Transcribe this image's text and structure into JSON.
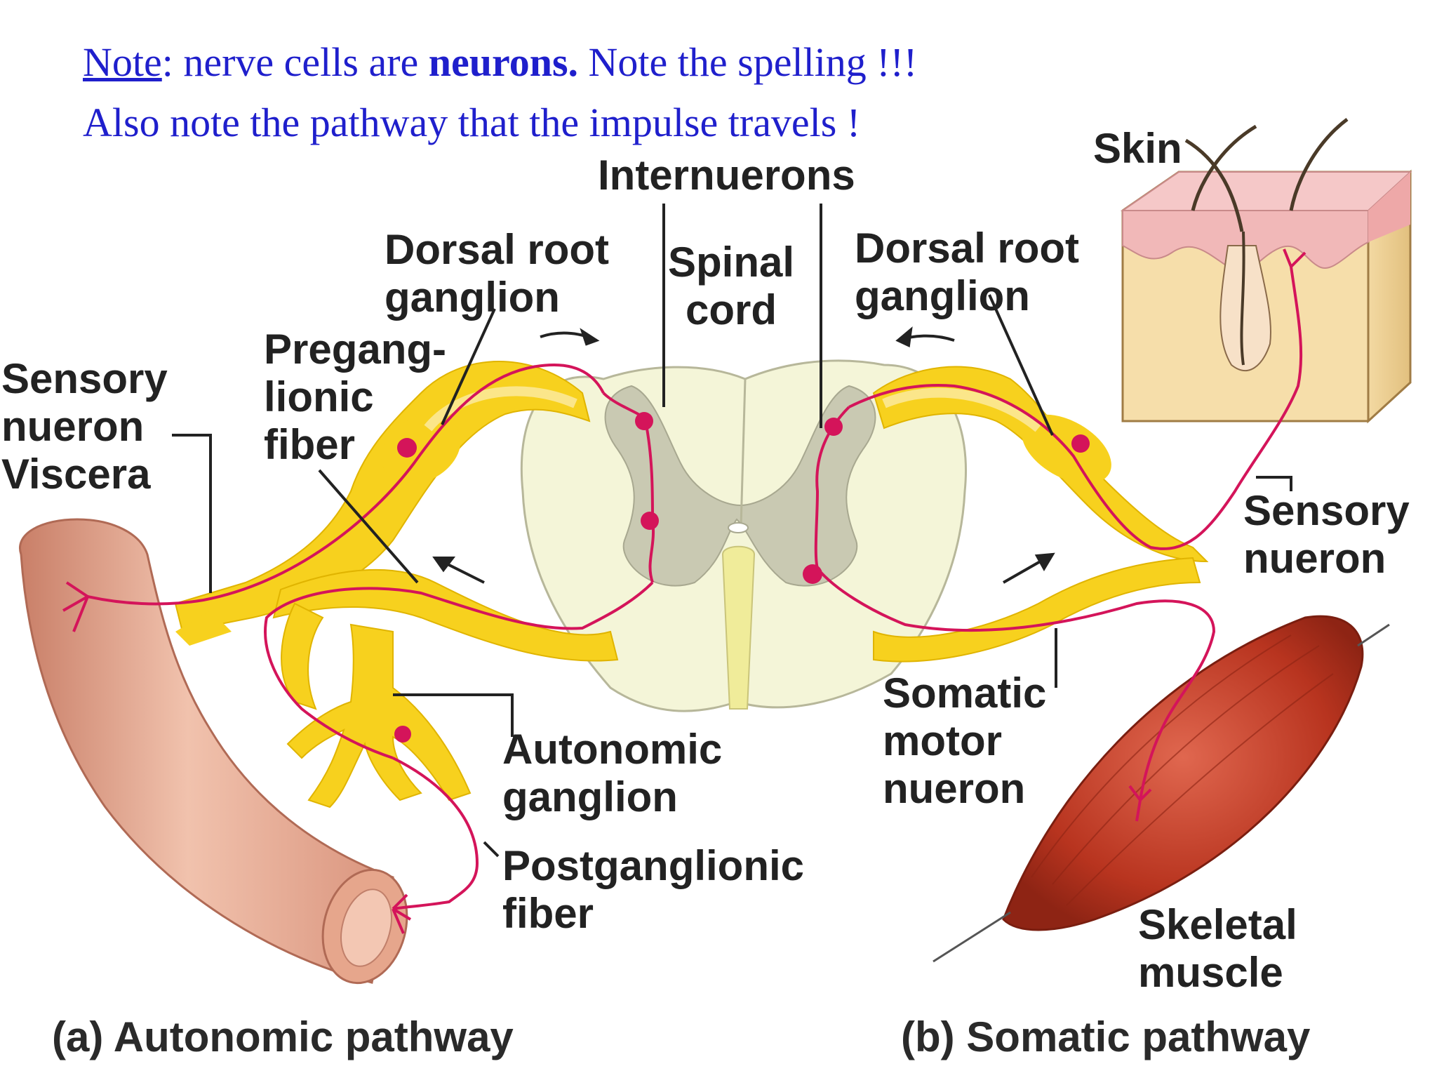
{
  "note": {
    "line1_prefix": "Note",
    "line1_mid": ": nerve cells are ",
    "line1_bold": "neurons.",
    "line1_rest": " Note the spelling !!!",
    "line2": "Also note the pathway that the impulse travels !"
  },
  "labels": {
    "internuerons": "Internuerons",
    "skin": "Skin",
    "dorsal_root_left_1": "Dorsal root",
    "dorsal_root_left_2": "ganglion",
    "spinal_1": "Spinal",
    "spinal_2": "cord",
    "dorsal_root_right_1": "Dorsal root",
    "dorsal_root_right_2": "ganglion",
    "preganglionic_1": "Pregang-",
    "preganglionic_2": "lionic",
    "preganglionic_3": "fiber",
    "sensory_left_1": "Sensory",
    "sensory_left_2": "nueron",
    "viscera": "Viscera",
    "sensory_right_1": "Sensory",
    "sensory_right_2": "nueron",
    "somatic_1": "Somatic",
    "somatic_2": "motor",
    "somatic_3": "nueron",
    "autonomic_1": "Autonomic",
    "autonomic_2": "ganglion",
    "postganglionic_1": "Postganglionic",
    "postganglionic_2": "fiber",
    "skeletal_1": "Skeletal",
    "skeletal_2": "muscle"
  },
  "captions": {
    "a": "(a) Autonomic pathway",
    "b": "(b) Somatic pathway"
  },
  "colors": {
    "note_text": "#1f1fcc",
    "nerve_yellow": "#f7d11e",
    "nerve_light": "#fbe68a",
    "neuron_pink": "#d4145a",
    "cord_white": "#f4f5d8",
    "cord_gray": "#c9c9b2",
    "viscera": "#e6a68c",
    "muscle": "#c0392b",
    "skin_tan": "#f6deaa",
    "skin_pink": "#f1b8b8"
  }
}
